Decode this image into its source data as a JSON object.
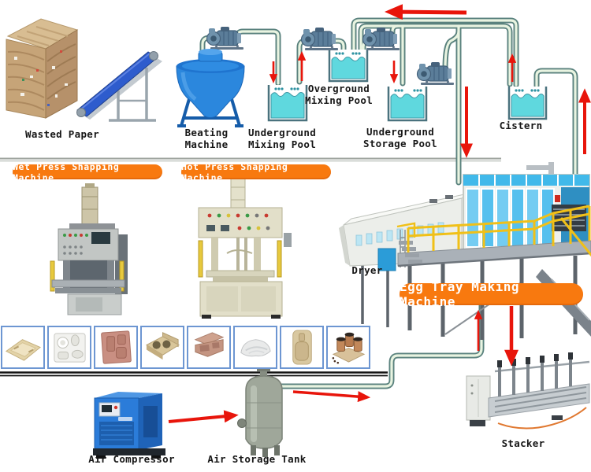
{
  "labels": {
    "wasted_paper": "Wasted Paper",
    "beating_machine": "Beating\nMachine",
    "underground_mixing_pool": "Underground\nMixing Pool",
    "overground_mixing_pool": "Overground\nMixing Pool",
    "underground_storage_pool": "Underground\nStorage Pool",
    "cistern": "Cistern",
    "dryer": "Dryer",
    "air_compressor": "Air Compressor",
    "air_storage_tank": "Air Storage Tank",
    "stacker": "Stacker"
  },
  "banners": {
    "wet_press": "Wet Press Shapping Machine",
    "hot_press": "Hot Press Shapping Machine",
    "egg_tray": "Egg Tray Making Machine"
  },
  "products": {
    "count": 8,
    "items": [
      "pulp-serving-tray",
      "pulp-appliance-insert",
      "terracotta-pulp-insert",
      "pulp-box-two-holes",
      "pulp-packaging-box",
      "pulp-shell-cover",
      "pulp-bottle-tray",
      "pulp-cup-carrier"
    ]
  },
  "colors": {
    "banner_orange": "#f8790f",
    "arrow_red": "#e8150b",
    "pipe_outline": "#5a827e",
    "pipe_fill": "#e9f4e1",
    "water_fill": "#5fd8de",
    "machine_blue": "#2b87dd",
    "compressor_blue": "#2b7cd9",
    "panel_blue": "#74ccf2",
    "railing_yellow": "#f0c018",
    "product_border_blue": "#6d96d2"
  }
}
